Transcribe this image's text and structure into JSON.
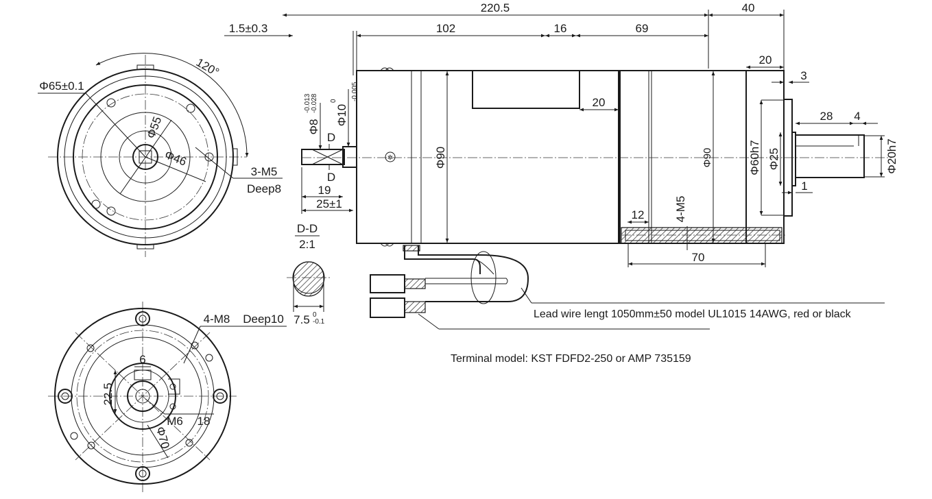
{
  "top_dimensions": {
    "overall_length": "220.5",
    "tail_length": "40",
    "flange_gap": "1.5±0.3",
    "motor_body": "102",
    "middle_section": "16",
    "gear_section": "69",
    "shaft_boss": "20",
    "pilot_offset": "3",
    "keyway_length": "28",
    "key_offset": "4",
    "boss_offset": "1",
    "window_offset": "20",
    "hole_spacing_12": "12",
    "housing_70": "70"
  },
  "diameters": {
    "body_dia_1": "Φ90",
    "body_dia_2": "Φ90",
    "pilot": "Φ60h7",
    "boss": "Φ25",
    "output_shaft": "Φ20h7",
    "input_shaft_8": "Φ8",
    "input_shaft_8_tol_upper": "-0.013",
    "input_shaft_8_tol_lower": "-0.028",
    "input_shaft_10": "Φ10",
    "input_shaft_10_tol_upper": "0",
    "input_shaft_10_tol_lower": "-0.005"
  },
  "rear_view": {
    "flange_dia": "Φ65±0.1",
    "inner_dia_55": "Φ55",
    "pcd_46": "Φ46",
    "angle": "120°",
    "holes": "3-M5",
    "hole_depth": "Deep8"
  },
  "shaft_detail": {
    "length_19": "19",
    "length_25": "25±1",
    "section_label": "D",
    "section_title": "D-D",
    "scale": "2:1",
    "flat_dim": "7.5",
    "flat_tol_upper": "0",
    "flat_tol_lower": "-0.1"
  },
  "front_view": {
    "mount_holes": "4-M8",
    "mount_depth": "Deep10",
    "key_width": "6",
    "height_22_5": "22.5",
    "center_thread": "M6",
    "depth_18": "18",
    "pcd_70": "Φ70"
  },
  "side_holes": "4-M5",
  "notes": {
    "lead_wire": "Lead wire lengt 1050mm±50 model UL1015 14AWG, red or black",
    "terminal": "Terminal model: KST FDFD2-250 or AMP 735159"
  }
}
